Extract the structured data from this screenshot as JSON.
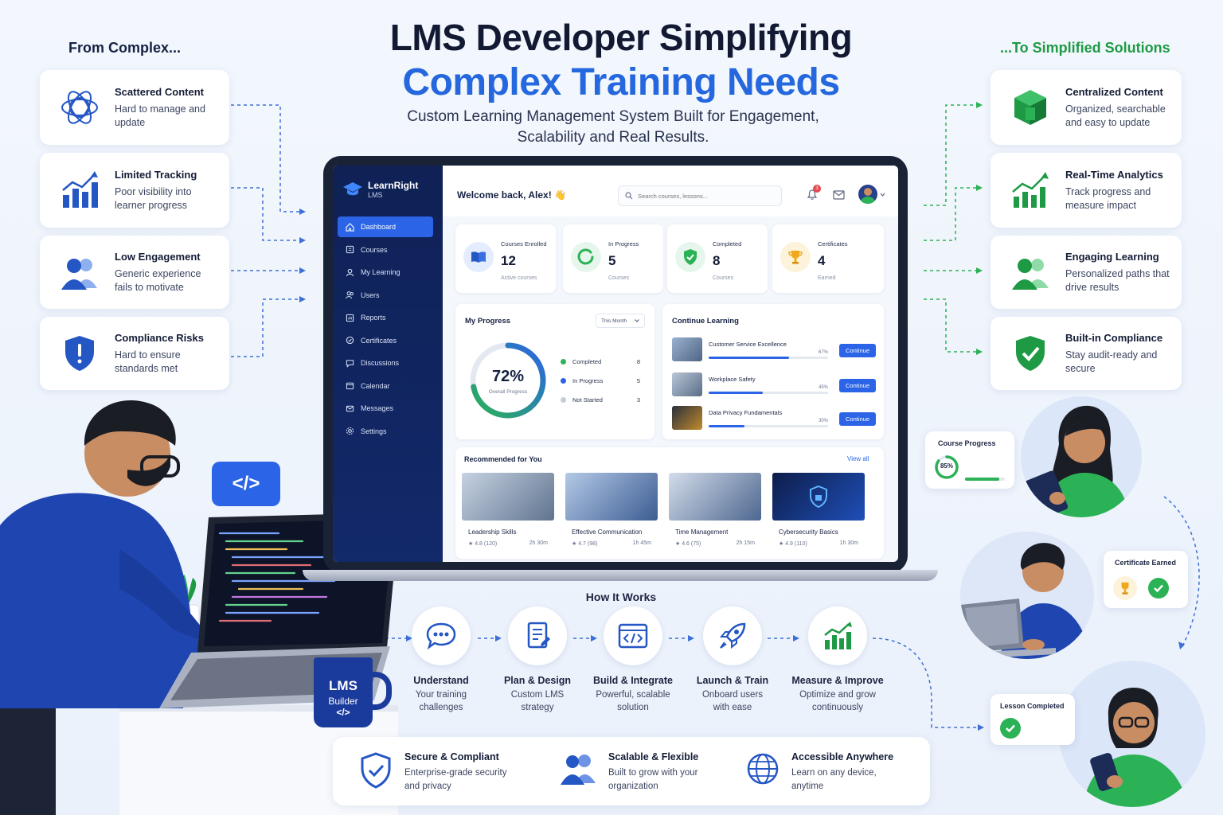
{
  "title": {
    "line1": "LMS Developer Simplifying",
    "line2": "Complex Training Needs"
  },
  "subtitle": {
    "line1": "Custom Learning Management System Built for Engagement,",
    "line2": "Scalability and Real Results."
  },
  "from_heading": "From Complex...",
  "to_heading": "...To Simplified Solutions",
  "problems": [
    {
      "title": "Scattered Content",
      "desc": "Hard to manage and update",
      "icon": "tangle-icon"
    },
    {
      "title": "Limited Tracking",
      "desc": "Poor visibility into learner progress",
      "icon": "bar-chart-icon"
    },
    {
      "title": "Low Engagement",
      "desc": "Generic experience fails to motivate",
      "icon": "users-icon"
    },
    {
      "title": "Compliance Risks",
      "desc": "Hard to ensure standards met",
      "icon": "shield-alert-icon"
    }
  ],
  "solutions": [
    {
      "title": "Centralized Content",
      "desc": "Organized, searchable and easy to update",
      "icon": "cube-icon"
    },
    {
      "title": "Real-Time Analytics",
      "desc": "Track progress and measure impact",
      "icon": "growth-chart-icon"
    },
    {
      "title": "Engaging Learning",
      "desc": "Personalized paths that drive results",
      "icon": "learners-icon"
    },
    {
      "title": "Built-in Compliance",
      "desc": "Stay audit-ready and secure",
      "icon": "shield-check-icon"
    }
  ],
  "app": {
    "brand": "LearnRight",
    "brand_sub": "LMS",
    "nav": [
      "Dashboard",
      "Courses",
      "My Learning",
      "Users",
      "Reports",
      "Certificates",
      "Discussions",
      "Calendar",
      "Messages",
      "Settings"
    ],
    "welcome": "Welcome back, Alex! 👋",
    "search_placeholder": "Search courses, lessons...",
    "notification_count": "3",
    "stats": [
      {
        "label": "Courses Enrolled",
        "value": "12",
        "sub": "Active courses"
      },
      {
        "label": "In Progress",
        "value": "5",
        "sub": "Courses"
      },
      {
        "label": "Completed",
        "value": "8",
        "sub": "Courses"
      },
      {
        "label": "Certificates",
        "value": "4",
        "sub": "Earned"
      }
    ],
    "progress": {
      "title": "My Progress",
      "period": "This Month",
      "percent": "72%",
      "percent_label": "Overall Progress",
      "ring_fraction": 0.72,
      "legend": [
        {
          "label": "Completed",
          "value": "8",
          "color": "#2fb35a"
        },
        {
          "label": "In Progress",
          "value": "5",
          "color": "#2b64e6"
        },
        {
          "label": "Not Started",
          "value": "3",
          "color": "#c5ccd9"
        }
      ]
    },
    "continue": {
      "title": "Continue Learning",
      "button": "Continue",
      "courses": [
        {
          "name": "Customer Service Excellence",
          "pct": "67%",
          "fraction": 0.67
        },
        {
          "name": "Workplace Safety",
          "pct": "45%",
          "fraction": 0.45
        },
        {
          "name": "Data Privacy Fundamentals",
          "pct": "30%",
          "fraction": 0.3
        }
      ]
    },
    "recommended": {
      "title": "Recommended for You",
      "view_all": "View all",
      "items": [
        {
          "name": "Leadership Skills",
          "rating": "★ 4.8 (120)",
          "duration": "2h 30m"
        },
        {
          "name": "Effective Communication",
          "rating": "★ 4.7 (98)",
          "duration": "1h 45m"
        },
        {
          "name": "Time Management",
          "rating": "★ 4.6 (75)",
          "duration": "2h 15m"
        },
        {
          "name": "Cybersecurity Basics",
          "rating": "★ 4.9 (110)",
          "duration": "1h 30m"
        }
      ]
    }
  },
  "mug": {
    "line1": "LMS",
    "line2": "Builder",
    "line3": "</>"
  },
  "code_badge": "</>",
  "how": {
    "title": "How It Works",
    "steps": [
      {
        "title": "Understand",
        "desc": "Your training challenges",
        "icon": "chat-icon"
      },
      {
        "title": "Plan & Design",
        "desc": "Custom LMS strategy",
        "icon": "document-icon"
      },
      {
        "title": "Build & Integrate",
        "desc": "Powerful, scalable solution",
        "icon": "code-window-icon"
      },
      {
        "title": "Launch & Train",
        "desc": "Onboard users with ease",
        "icon": "rocket-icon"
      },
      {
        "title": "Measure & Improve",
        "desc": "Optimize and grow continuously",
        "icon": "growth-chart-icon"
      }
    ]
  },
  "benefits": [
    {
      "title": "Secure & Compliant",
      "desc": "Enterprise-grade security and privacy",
      "icon": "shield-check-icon"
    },
    {
      "title": "Scalable & Flexible",
      "desc": "Built to grow with your organization",
      "icon": "users-icon"
    },
    {
      "title": "Accessible Anywhere",
      "desc": "Learn on any device, anytime",
      "icon": "globe-icon"
    }
  ],
  "badges": {
    "course_progress": {
      "title": "Course Progress",
      "value": "85%",
      "fraction": 0.85
    },
    "certificate": {
      "title": "Certificate Earned"
    },
    "lesson": {
      "title": "Lesson Completed"
    }
  },
  "colors": {
    "primary": "#2467de",
    "green": "#1e9a45",
    "navy": "#0f2155"
  }
}
